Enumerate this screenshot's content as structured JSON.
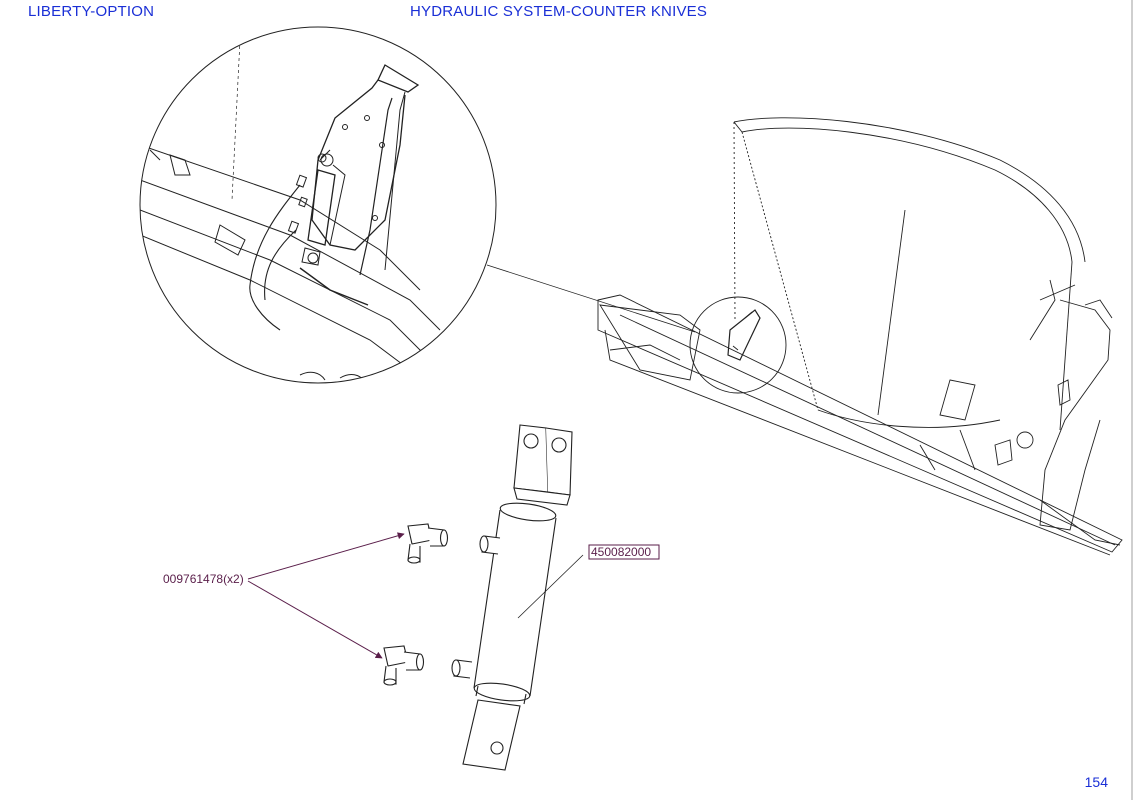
{
  "header": {
    "model": "LIBERTY-OPTION",
    "title": "HYDRAULIC SYSTEM-COUNTER KNIVES"
  },
  "page_number": "154",
  "callouts": {
    "fitting": "009761478(x2)",
    "cylinder": "450082000"
  },
  "colors": {
    "header_text": "#1a2fd6",
    "callout": "#5a1e4a",
    "line": "#222222"
  }
}
